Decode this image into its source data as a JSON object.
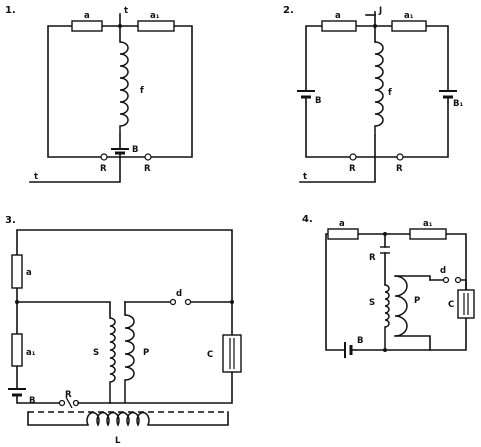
{
  "diagrams": [
    {
      "number": "1.",
      "labels": {
        "r1": "a",
        "r2": "a₁",
        "tap": "t",
        "coil": "f",
        "battery": "B",
        "bottom_tap": "t",
        "term1": "R",
        "term2": "R"
      }
    },
    {
      "number": "2.",
      "labels": {
        "r1": "a",
        "r2": "a₁",
        "tap": "J",
        "coil": "f",
        "battery1": "B",
        "battery2": "B₁",
        "bottom_tap": "t",
        "term1": "R",
        "term2": "R"
      }
    },
    {
      "number": "3.",
      "labels": {
        "r1": "a",
        "r2": "a₁",
        "primary": "S",
        "secondary": "P",
        "gap": "d",
        "capacitor": "C",
        "battery": "B",
        "switch": "R",
        "inductor": "L"
      }
    },
    {
      "number": "4.",
      "labels": {
        "r1": "a",
        "r2": "a₁",
        "switch": "R",
        "primary": "S",
        "secondary": "P",
        "gap": "d",
        "capacitor": "C",
        "battery": "B"
      }
    }
  ]
}
